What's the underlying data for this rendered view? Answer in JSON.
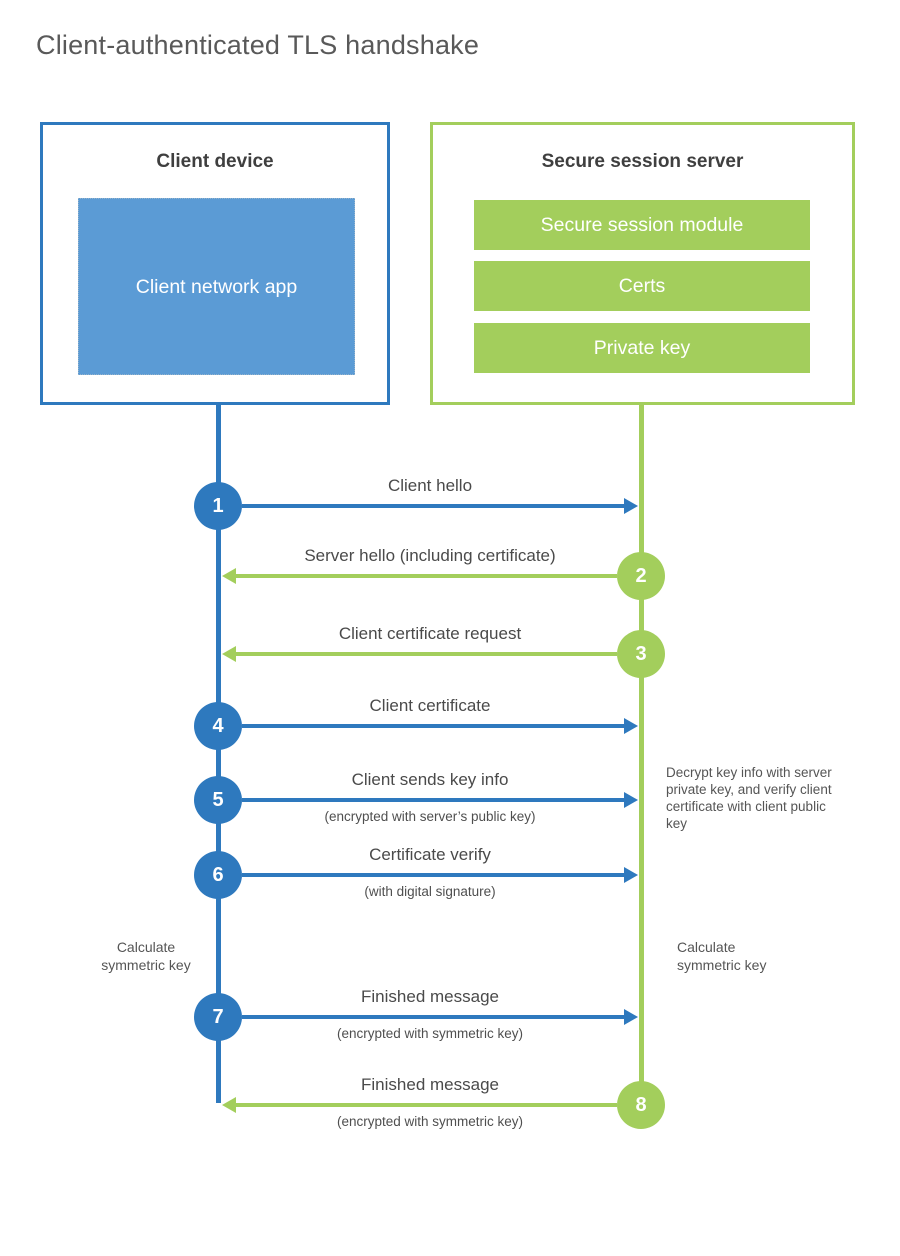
{
  "title": "Client-authenticated TLS handshake",
  "client_box": {
    "heading": "Client device",
    "app_label": "Client network app"
  },
  "server_box": {
    "heading": "Secure session server",
    "modules": [
      "Secure session module",
      "Certs",
      "Private key"
    ]
  },
  "messages": [
    {
      "step": "1",
      "from": "client",
      "direction": "right",
      "label": "Client hello"
    },
    {
      "step": "2",
      "from": "server",
      "direction": "left",
      "label": "Server hello (including certificate)"
    },
    {
      "step": "3",
      "from": "server",
      "direction": "left",
      "label": "Client certificate request"
    },
    {
      "step": "4",
      "from": "client",
      "direction": "right",
      "label": "Client certificate"
    },
    {
      "step": "5",
      "from": "client",
      "direction": "right",
      "label": "Client sends key info",
      "sublabel": "(encrypted with server’s public key)"
    },
    {
      "step": "6",
      "from": "client",
      "direction": "right",
      "label": "Certificate verify",
      "sublabel": "(with digital signature)"
    },
    {
      "step": "7",
      "from": "client",
      "direction": "right",
      "label": "Finished message",
      "sublabel": "(encrypted with symmetric key)"
    },
    {
      "step": "8",
      "from": "server",
      "direction": "left",
      "label": "Finished message",
      "sublabel": "(encrypted with symmetric key)"
    }
  ],
  "notes": {
    "server_side_note": "Decrypt key info with server private key, and verify client certificate with client public key",
    "client_calculate_note": "Calculate symmetric key",
    "server_calculate_note": "Calculate symmetric key"
  },
  "colors": {
    "blue": "#2E79BE",
    "light_blue": "#5B9BD5",
    "green": "#A3CE5C",
    "heading_text": "#3F3F3F",
    "label_text": "#4A4A4A"
  }
}
